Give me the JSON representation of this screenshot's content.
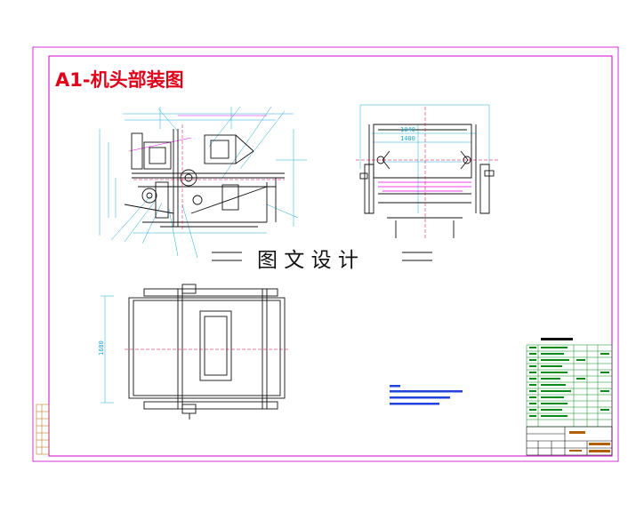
{
  "sheet": {
    "title": "A1-机头部装图",
    "watermark": "图 文 设 计"
  },
  "dimensions": {
    "front_width": "1040",
    "front_width2": "1400",
    "plan_height": "1680"
  },
  "colors": {
    "title": "#e0001a",
    "border": "#cc00cc",
    "outline": "#111111",
    "center_line": "#cc0033",
    "dimension": "#18a8d8",
    "title_block": "#0a8a1a",
    "notes": "#2244dd",
    "hidden": "#ee00ee"
  }
}
